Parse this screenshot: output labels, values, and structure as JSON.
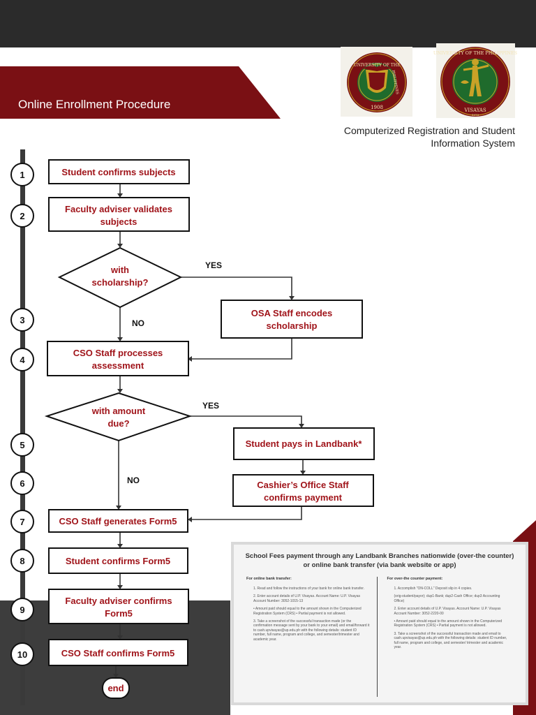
{
  "header": {
    "title": "Online Enrollment Procedure",
    "system_name_line1": "Computerized Registration and Student",
    "system_name_line2": "Information System"
  },
  "logos": [
    {
      "name": "up-seal",
      "top_text": "UNIVERSITY OF THE",
      "side_text": "PHILIPPINES",
      "year": "1908"
    },
    {
      "name": "up-visayas-seal",
      "top_text": "UNIVERSITY OF THE PHILIPPINES",
      "bottom_text": "VISAYAS",
      "year": "1973"
    }
  ],
  "steps": [
    "1",
    "2",
    "3",
    "4",
    "5",
    "6",
    "7",
    "8",
    "9",
    "10"
  ],
  "nodes": {
    "n1": [
      "Student confirms subjects"
    ],
    "n2": [
      "Faculty adviser validates",
      "subjects"
    ],
    "d1": [
      "with",
      "scholarship?"
    ],
    "osa": [
      "OSA Staff encodes",
      "scholarship"
    ],
    "n4": [
      "CSO Staff processes",
      "assessment"
    ],
    "d2": [
      "with amount",
      "due?"
    ],
    "n5": [
      "Student pays in Landbank*"
    ],
    "n6": [
      "Cashier’s Office Staff",
      "confirms payment"
    ],
    "n7": [
      "CSO Staff generates Form5"
    ],
    "n8": [
      "Student confirms Form5"
    ],
    "n9": [
      "Faculty adviser confirms",
      "Form5"
    ],
    "n10": [
      "CSO Staff confirms Form5"
    ],
    "end": [
      "end"
    ]
  },
  "branch_labels": {
    "yes1": "YES",
    "no1": "NO",
    "yes2": "YES",
    "no2": "NO"
  },
  "payment_card": {
    "title": "School Fees payment through any Landbank Branches nationwide (over-the counter) or online bank transfer (via bank website or app)",
    "online": {
      "heading": "For online bank transfer:",
      "items": [
        "1.  Read and follow the instructions of your bank for online bank transfer.",
        "2.  Enter account details of U.P. Visayas. Account Name: U.P. Visayas Account Number: 3052-1015-13",
        "• Amount paid should equal to the amount shown in the Computerized Registration System (CRS) • Partial payment is not allowed.",
        "3.  Take a screenshot of the successful transaction made (or the confirmation message sent by your bank to your email) and email/forward it to cash.upvisayas@up.edu.ph with the following details: student ID number, full name, program and college, and semester/trimester and academic year."
      ]
    },
    "counter": {
      "heading": "For over-the counter payment:",
      "items": [
        "1.  Accomplish \"ON-COLL\" Deposit slip in 4 copies.",
        "(orig-student/payor); dup1-Bank; dup2-Cash Office; dup3 Accounting Office)",
        "2.  Enter account details of U.P. Visayas. Account Name: U.P. Visayas Account Number: 3052-2220-00",
        "• Amount paid should equal to the amount shown in the Computerized Registration System (CRS) • Partial payment is not allowed.",
        "3.  Take a screenshot of the successful transaction made and email to cash.upvisayas@up.edu.ph with the following details: student ID number, full name, program and college, and semester/ trimester and academic year."
      ]
    }
  },
  "colors": {
    "brand_red": "#7a1014",
    "text_red": "#a0141a",
    "dark_gray": "#2b2b2b",
    "mid_gray": "#3d3d3d",
    "logo_green": "#1f6b2c",
    "logo_gold": "#c9a227"
  }
}
